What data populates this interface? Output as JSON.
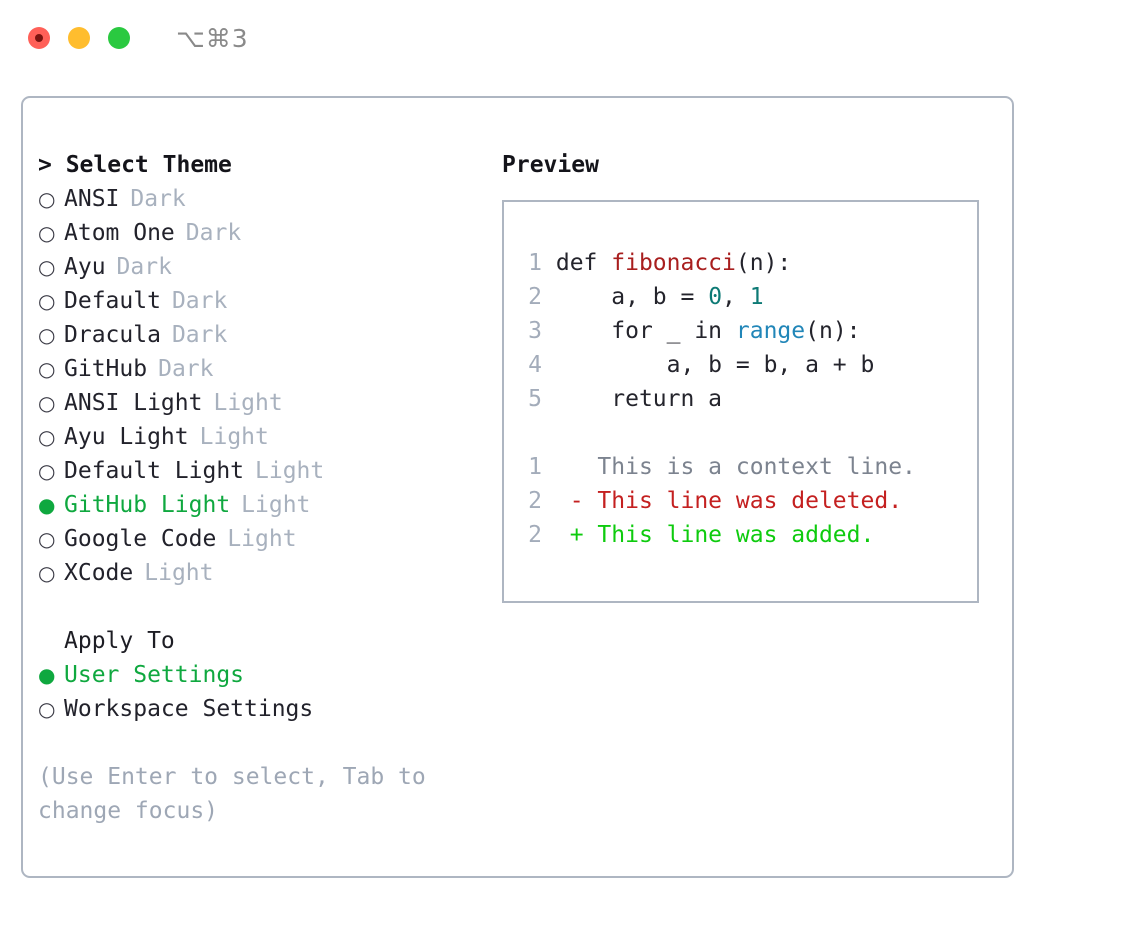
{
  "titlebar": {
    "shortcut": "⌥⌘3",
    "lights": [
      "close",
      "minimize",
      "zoom"
    ]
  },
  "theme_section": {
    "header": "> Select Theme",
    "items": [
      {
        "bullet": "○",
        "label": "ANSI",
        "tag": "Dark",
        "selected": false
      },
      {
        "bullet": "○",
        "label": "Atom One",
        "tag": "Dark",
        "selected": false
      },
      {
        "bullet": "○",
        "label": "Ayu",
        "tag": "Dark",
        "selected": false
      },
      {
        "bullet": "○",
        "label": "Default",
        "tag": "Dark",
        "selected": false
      },
      {
        "bullet": "○",
        "label": "Dracula",
        "tag": "Dark",
        "selected": false
      },
      {
        "bullet": "○",
        "label": "GitHub",
        "tag": "Dark",
        "selected": false
      },
      {
        "bullet": "○",
        "label": "ANSI Light",
        "tag": "Light",
        "selected": false
      },
      {
        "bullet": "○",
        "label": "Ayu Light",
        "tag": "Light",
        "selected": false
      },
      {
        "bullet": "○",
        "label": "Default Light",
        "tag": "Light",
        "selected": false
      },
      {
        "bullet": "●",
        "label": "GitHub Light",
        "tag": "Light",
        "selected": true
      },
      {
        "bullet": "○",
        "label": "Google Code",
        "tag": "Light",
        "selected": false
      },
      {
        "bullet": "○",
        "label": "XCode",
        "tag": "Light",
        "selected": false
      }
    ]
  },
  "apply_section": {
    "header": "Apply To",
    "items": [
      {
        "bullet": "●",
        "label": "User Settings",
        "selected": true
      },
      {
        "bullet": "○",
        "label": "Workspace Settings",
        "selected": false
      }
    ]
  },
  "hint": "(Use Enter to select, Tab to change focus)",
  "preview": {
    "title": "Preview",
    "code_lines": [
      {
        "num": "1",
        "tokens": [
          {
            "text": "def ",
            "type": "plain"
          },
          {
            "text": "fibonacci",
            "type": "fn"
          },
          {
            "text": "(n):",
            "type": "plain"
          }
        ]
      },
      {
        "num": "2",
        "tokens": [
          {
            "text": "    a, b = ",
            "type": "plain"
          },
          {
            "text": "0",
            "type": "num"
          },
          {
            "text": ", ",
            "type": "plain"
          },
          {
            "text": "1",
            "type": "num"
          }
        ]
      },
      {
        "num": "3",
        "tokens": [
          {
            "text": "    for _ in ",
            "type": "plain"
          },
          {
            "text": "range",
            "type": "call"
          },
          {
            "text": "(n):",
            "type": "plain"
          }
        ]
      },
      {
        "num": "4",
        "tokens": [
          {
            "text": "        a, b = b, a + b",
            "type": "plain"
          }
        ]
      },
      {
        "num": "5",
        "tokens": [
          {
            "text": "    return a",
            "type": "plain"
          }
        ]
      }
    ],
    "diff_lines": [
      {
        "num": "1",
        "marker": "  ",
        "text": "This is a context line.",
        "type": "ctx"
      },
      {
        "num": "2",
        "marker": "- ",
        "text": "This line was deleted.",
        "type": "del"
      },
      {
        "num": "2",
        "marker": "+ ",
        "text": "This line was added.",
        "type": "add"
      }
    ]
  },
  "colors": {
    "accent_green": "#0fa83f",
    "border": "#aeb6c2",
    "muted": "#a8b1be",
    "hint": "#9ea7b5",
    "diff_add": "#0ecb0e",
    "diff_del": "#c42020",
    "syntax_fn": "#a81e1e",
    "syntax_num": "#0d7a75",
    "syntax_call": "#2186b8"
  }
}
